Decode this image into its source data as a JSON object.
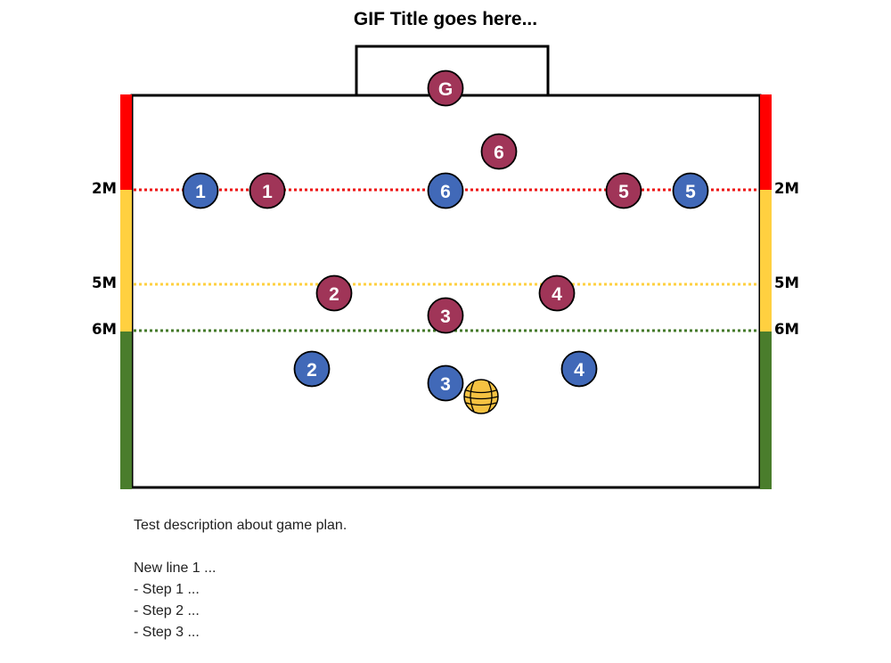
{
  "title": "GIF Title goes here...",
  "colors": {
    "blue_team": "#4169b8",
    "maroon_team": "#a03558",
    "ball": "#f5c242",
    "line_2m": "#ee1111",
    "line_5m": "#ffd040",
    "line_6m": "#447a2a",
    "post_red": "#ff0000",
    "post_yellow": "#ffd040",
    "post_green": "#4a7d2c"
  },
  "distance_markers": [
    {
      "label": "2M",
      "line": "2m"
    },
    {
      "label": "5M",
      "line": "5m"
    },
    {
      "label": "6M",
      "line": "6m"
    }
  ],
  "players": [
    {
      "team": "maroon",
      "label": "G",
      "name": "maroon-goalie"
    },
    {
      "team": "maroon",
      "label": "6",
      "name": "maroon-6"
    },
    {
      "team": "blue",
      "label": "1",
      "name": "blue-1"
    },
    {
      "team": "maroon",
      "label": "1",
      "name": "maroon-1"
    },
    {
      "team": "blue",
      "label": "6",
      "name": "blue-6"
    },
    {
      "team": "maroon",
      "label": "5",
      "name": "maroon-5"
    },
    {
      "team": "blue",
      "label": "5",
      "name": "blue-5"
    },
    {
      "team": "maroon",
      "label": "2",
      "name": "maroon-2"
    },
    {
      "team": "maroon",
      "label": "4",
      "name": "maroon-4"
    },
    {
      "team": "maroon",
      "label": "3",
      "name": "maroon-3"
    },
    {
      "team": "blue",
      "label": "2",
      "name": "blue-2"
    },
    {
      "team": "blue",
      "label": "4",
      "name": "blue-4"
    },
    {
      "team": "blue",
      "label": "3",
      "name": "blue-3"
    }
  ],
  "ball_icon": "water-polo-ball-icon",
  "description": [
    "Test description about game plan.",
    "",
    "New line 1 ...",
    "- Step 1 ...",
    "- Step 2 ...",
    "- Step 3 ..."
  ]
}
